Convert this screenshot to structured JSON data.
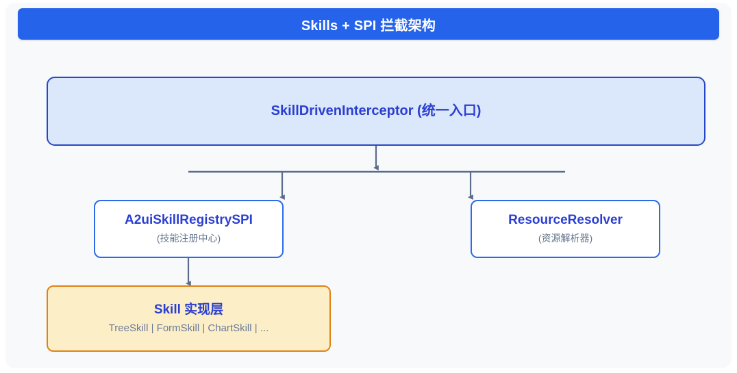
{
  "header": {
    "title": "Skills + SPI 拦截架构",
    "background_color": "#2563eb",
    "text_color": "#ffffff"
  },
  "canvas": {
    "background_color": "#f8f9fb",
    "page_background_color": "#ffffff"
  },
  "diagram": {
    "type": "flowchart",
    "connector_color": "#5a6b8c",
    "nodes": [
      {
        "id": "interceptor",
        "title": "SkillDrivenInterceptor (统一入口)",
        "subtitle": "",
        "fill": "#dbe7fa",
        "border": "#2747c4",
        "text_color": "#2b3fd0"
      },
      {
        "id": "registry",
        "title": "A2uiSkillRegistrySPI",
        "subtitle": "(技能注册中心)",
        "fill": "#ffffff",
        "border": "#2b6bea",
        "text_color": "#2b3fd0"
      },
      {
        "id": "resolver",
        "title": "ResourceResolver",
        "subtitle": "(资源解析器)",
        "fill": "#ffffff",
        "border": "#2b6bea",
        "text_color": "#2b3fd0"
      },
      {
        "id": "skill",
        "title": "Skill 实现层",
        "subtitle": "TreeSkill | FormSkill | ChartSkill | ...",
        "fill": "#fcefc7",
        "border": "#e08214",
        "text_color": "#2b3fd0"
      }
    ],
    "edges": [
      {
        "from": "interceptor",
        "to": "branch-bar",
        "arrow": true
      },
      {
        "from": "branch-bar",
        "to": "registry",
        "arrow": true
      },
      {
        "from": "branch-bar",
        "to": "resolver",
        "arrow": true
      },
      {
        "from": "registry",
        "to": "skill",
        "arrow": true
      }
    ]
  }
}
